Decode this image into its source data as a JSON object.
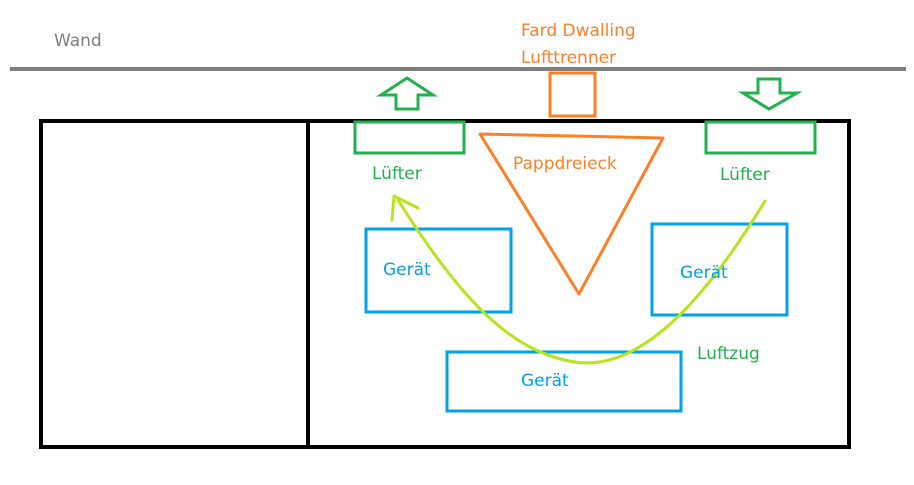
{
  "wall_label": "Wand",
  "separator_label": {
    "line1": "Fard Dwalling",
    "line2": "Lufttrenner"
  },
  "triangle_label": "Pappdreieck",
  "fan_left": {
    "label": "Lüfter",
    "flow": "out"
  },
  "fan_right": {
    "label": "Lüfter",
    "flow": "in"
  },
  "devices": [
    {
      "label": "Gerät"
    },
    {
      "label": "Gerät"
    },
    {
      "label": "Gerät"
    }
  ],
  "airflow_label": "Luftzug",
  "colors": {
    "wall": "#7f7f7f",
    "wall_text": "#7f7f7f",
    "fan": "#22b14c",
    "fan_text": "#22b14c",
    "separator": "#ff7f27",
    "device": "#00a2e8",
    "airflow": "#b5e61d",
    "cabinet": "#000000"
  },
  "icons": [
    "arrow-up-icon",
    "arrow-down-icon",
    "airflow-arrow-icon"
  ]
}
